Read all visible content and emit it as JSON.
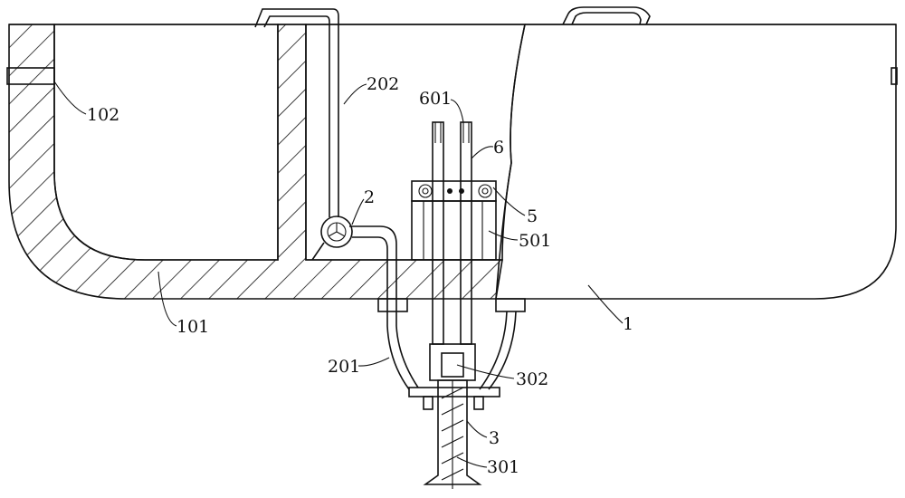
{
  "figure": {
    "labels": {
      "tank": "1",
      "left_chamber": "101",
      "clamp": "102",
      "pump": "2",
      "outlet_pipe": "201",
      "return_pipe": "202",
      "screw_housing": "3",
      "screw": "301",
      "motor": "302",
      "bearing_block": "5",
      "support": "501",
      "rod": "6",
      "rod_tip": "601"
    }
  }
}
